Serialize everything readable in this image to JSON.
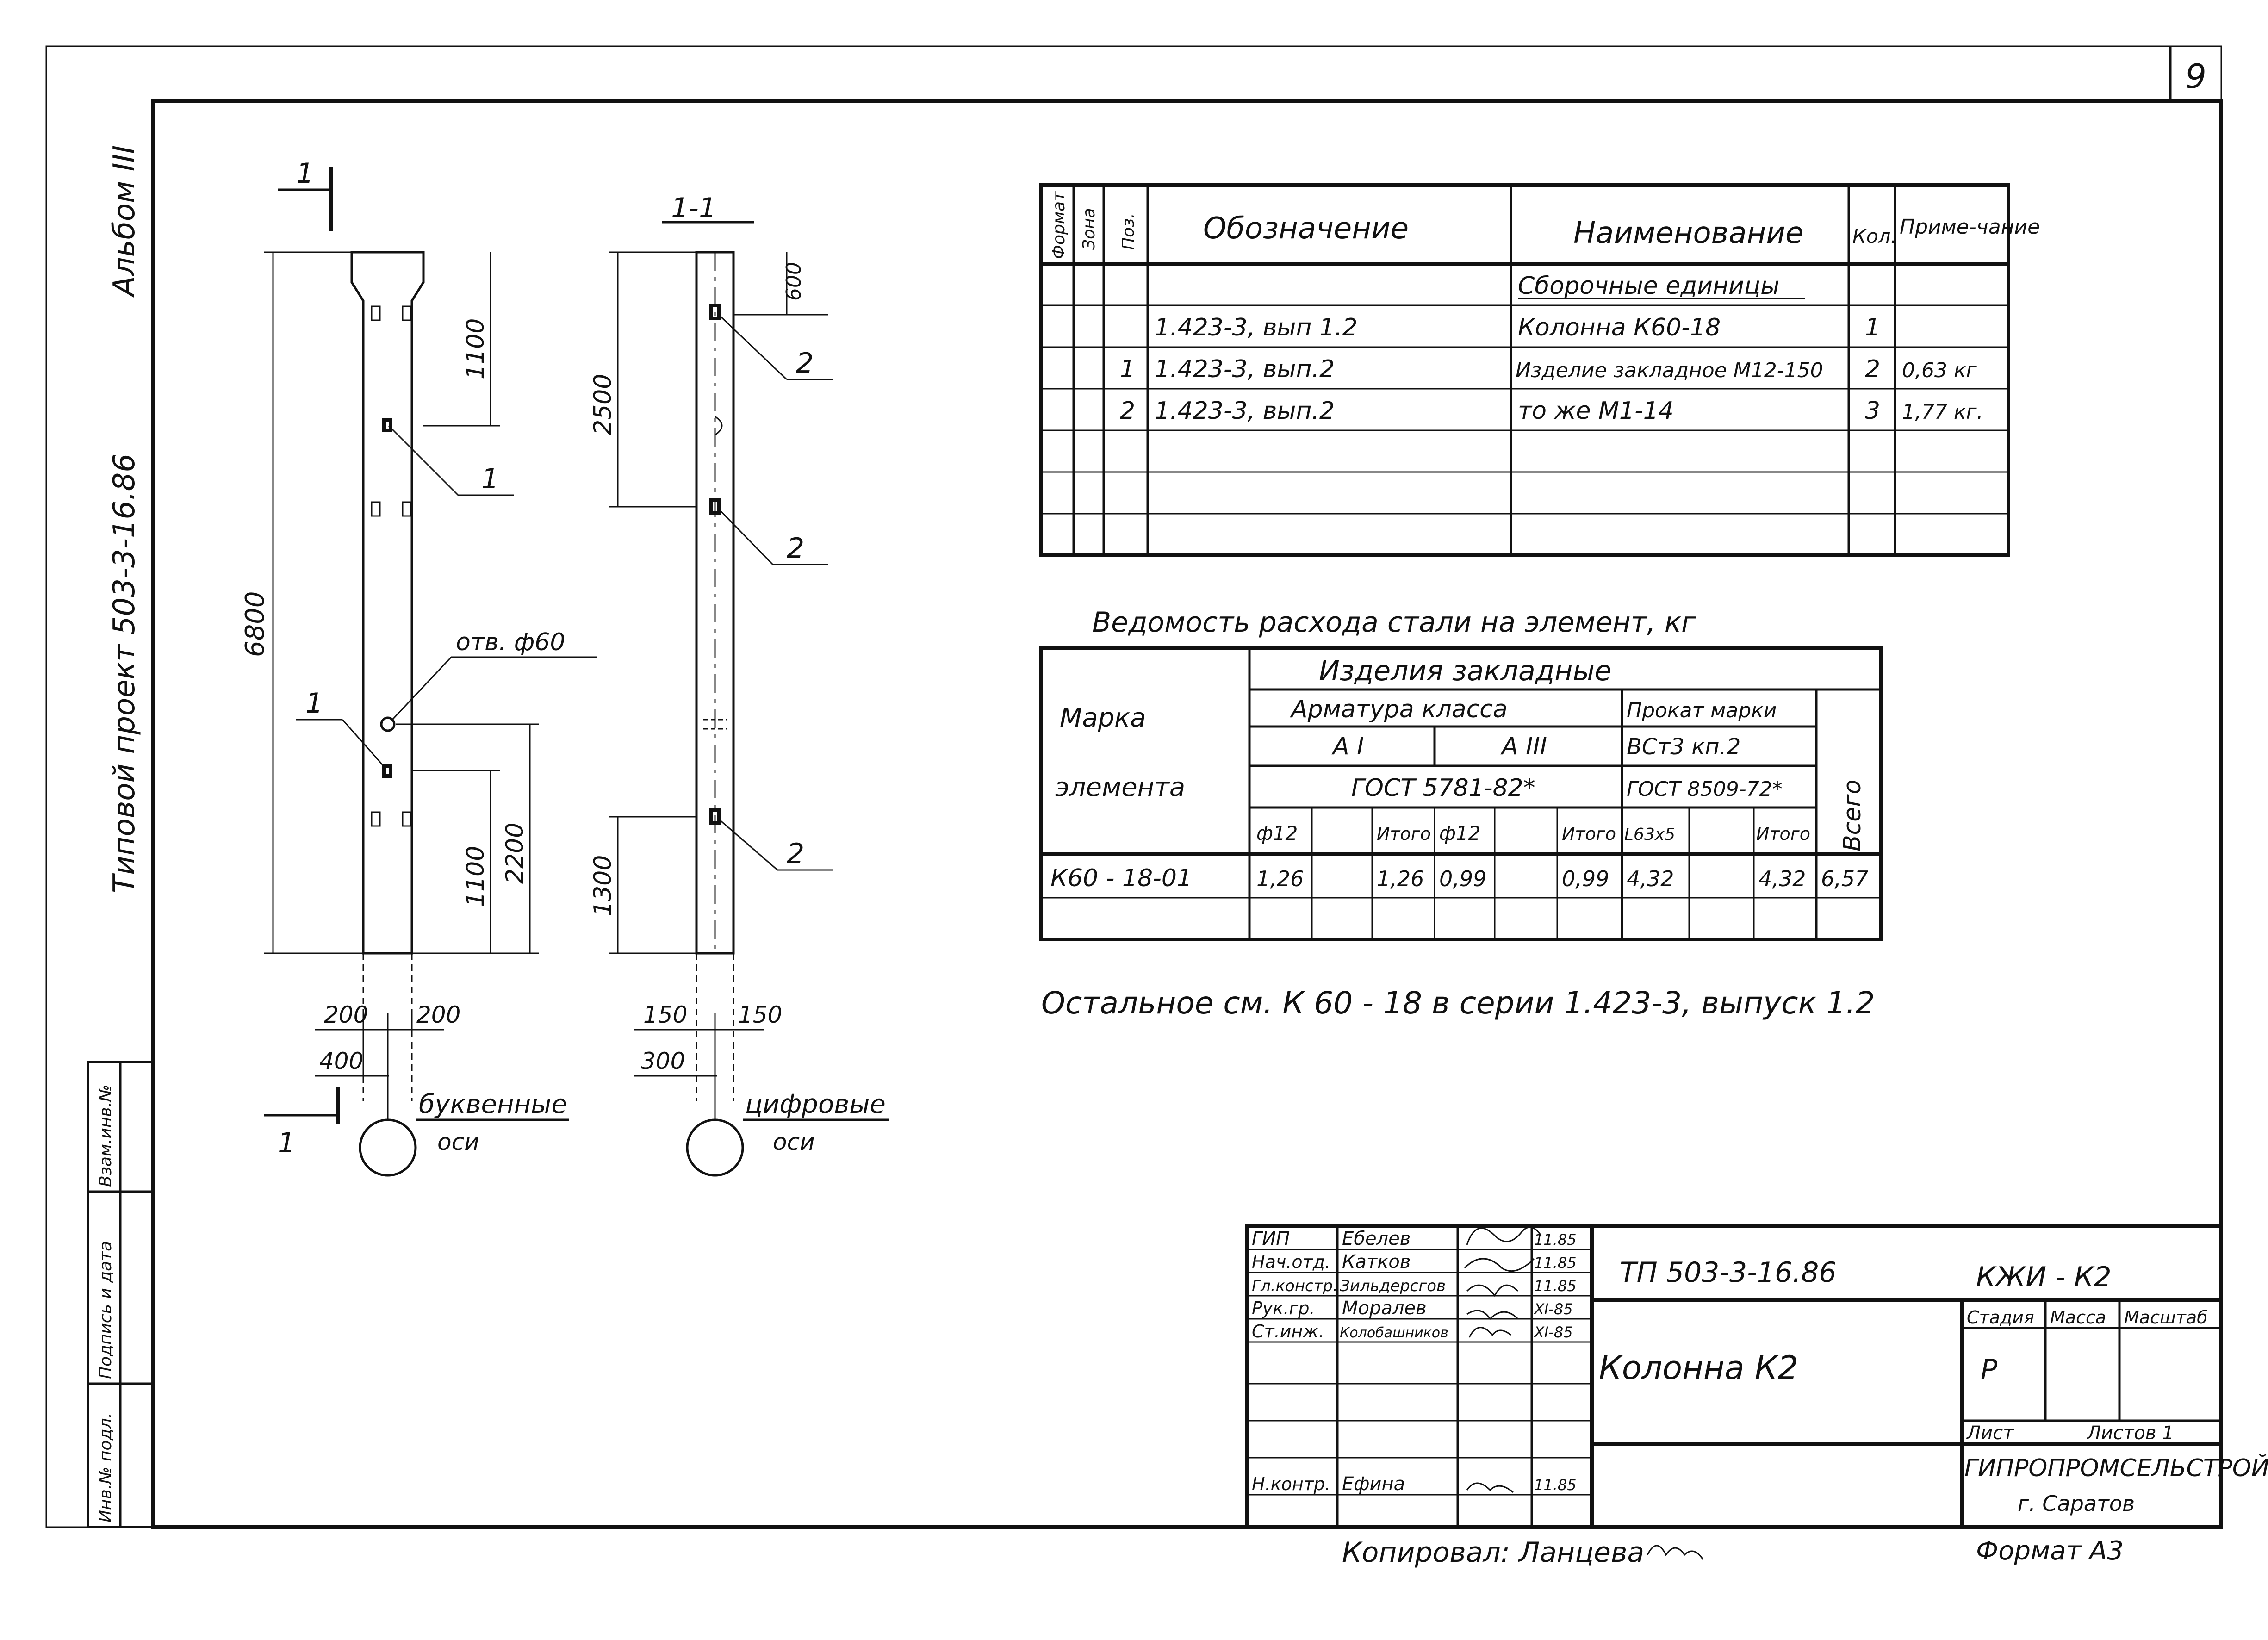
{
  "sheet_number": "9",
  "side_margin": {
    "title": "Типовой проект 503-3-16.86",
    "album": "Альбом III",
    "stamp_cells": [
      "Инв.№ подл.",
      "Подпись и дата",
      "Взам.инв.№"
    ]
  },
  "drawing": {
    "section_mark_1": "1",
    "section_mark_1b": "1",
    "section_title": "1-1",
    "dim_1100_top": "1100",
    "dim_6800": "6800",
    "dim_1100_bottom": "1100",
    "dim_2200": "2200",
    "dim_200_left": "200",
    "dim_200_right": "200",
    "dim_400": "400",
    "hole_label": "отв. ф60",
    "pos_1_a": "1",
    "pos_1_b": "1",
    "axis_letter_label_1": "буквенные",
    "axis_letter_label_2": "оси",
    "dim_600": "600",
    "dim_2500": "2500",
    "dim_1300": "1300",
    "dim_150_left": "150",
    "dim_150_right": "150",
    "dim_300": "300",
    "pos_2_a": "2",
    "pos_2_b": "2",
    "pos_2_c": "2",
    "axis_digit_label_1": "цифровые",
    "axis_digit_label_2": "оси"
  },
  "spec_table": {
    "headers": [
      "Формат",
      "Зона",
      "Поз.",
      "Обозначение",
      "Наименование",
      "Кол.",
      "Приме-чание"
    ],
    "rows": [
      [
        "",
        "",
        "",
        "",
        "Сборочные   единицы",
        "",
        ""
      ],
      [
        "",
        "",
        "",
        "1.423-3, вып 1.2",
        "Колонна  К60-18",
        "1",
        ""
      ],
      [
        "",
        "",
        "1",
        "1.423-3, вып.2",
        "Изделие закладное М12-150",
        "2",
        "0,63 кг"
      ],
      [
        "",
        "",
        "2",
        "1.423-3, вып.2",
        "то же        М1-14",
        "3",
        "1,77 кг."
      ],
      [
        "",
        "",
        "",
        "",
        "",
        "",
        ""
      ],
      [
        "",
        "",
        "",
        "",
        "",
        "",
        ""
      ],
      [
        "",
        "",
        "",
        "",
        "",
        "",
        ""
      ]
    ]
  },
  "steel_table": {
    "title": "Ведомость  расхода  стали на элемент, кг",
    "mark_header_1": "Марка",
    "mark_header_2": "элемента",
    "group_header": "Изделия     закладные",
    "armatura_header": "Арматура   класса",
    "prokat_header": "Прокат  марки",
    "class_a1": "А I",
    "class_a3": "А III",
    "vst3": "ВСт3  кп.2",
    "gost_5781": "ГОСТ  5781-82*",
    "gost_8509": "ГОСТ 8509-72*",
    "total_header": "Всего",
    "sub_headers": [
      "ф12",
      "",
      "Итого",
      "ф12",
      "",
      "Итого",
      "L63x5",
      "",
      "Итого"
    ],
    "row_mark": "К60 - 18-01",
    "row_values": [
      "1,26",
      "",
      "1,26",
      "0,99",
      "",
      "0,99",
      "4,32",
      "",
      "4,32",
      "6,57"
    ]
  },
  "note": "Остальное  см.  К 60 - 18  в серии  1.423-3, выпуск 1.2",
  "title_block": {
    "roles": [
      "ГИП",
      "Нач.отд.",
      "Гл.констр.",
      "Рук.гр.",
      "Ст.инж.",
      "",
      "",
      "",
      "Н.контр."
    ],
    "names": [
      "Ебелев",
      "Катков",
      "Зильдерсгов",
      "Моралев",
      "Колобашников",
      "",
      "",
      "",
      "Ефина"
    ],
    "dates": [
      "11.85",
      "11.85",
      "11.85",
      "XI-85",
      "XI-85",
      "",
      "",
      "",
      "11.85"
    ],
    "project_code": "ТП 503-3-16.86",
    "doc_code": "КЖИ - К2",
    "name": "Колонна  К2",
    "stage_header": "Стадия",
    "mass_header": "Масса",
    "scale_header": "Масштаб",
    "stage": "Р",
    "sheet_label": "Лист",
    "sheets_label": "Листов 1",
    "org": "ГИПРОПРОМСЕЛЬСТРОЙ",
    "city": "г. Саратов"
  },
  "copied_by": "Копировал:  Ланцева",
  "format": "Формат А3"
}
